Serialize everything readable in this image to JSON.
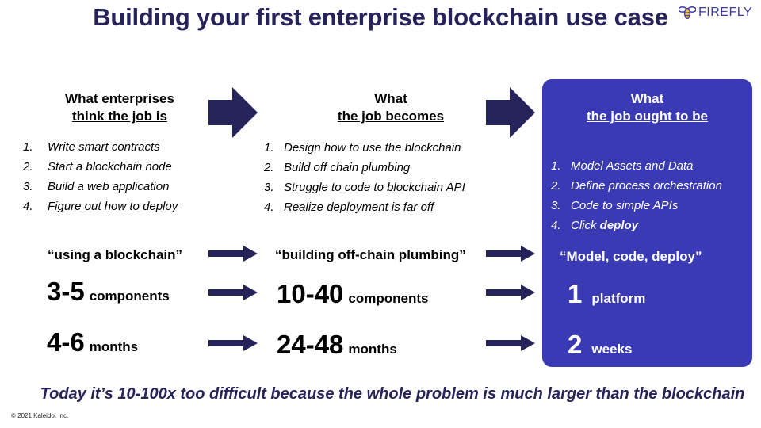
{
  "title": "Building your first enterprise blockchain use case",
  "logo": {
    "text": "FIREFLY",
    "icon": "firefly-icon",
    "color": "#3d3aa8"
  },
  "colors": {
    "title": "#25235a",
    "panel": "#3a3ab4",
    "arrow": "#25235a"
  },
  "columns": [
    {
      "head_line1": "What enterprises",
      "head_line2": "think the job is",
      "items": [
        {
          "num": "1.",
          "text": "Write smart contracts"
        },
        {
          "num": "2.",
          "text": "Start a blockchain node"
        },
        {
          "num": "3.",
          "text": "Build a web application"
        },
        {
          "num": "4.",
          "text": "Figure out how to deploy"
        }
      ],
      "quote": "“using a blockchain”",
      "stat1": {
        "num": "3-5",
        "unit": "components"
      },
      "stat2": {
        "num": "4-6",
        "unit": "months"
      }
    },
    {
      "head_line1": "What",
      "head_line2": "the job becomes",
      "items": [
        {
          "num": "1.",
          "text": "Design how to use the blockchain"
        },
        {
          "num": "2.",
          "text": "Build off chain plumbing"
        },
        {
          "num": "3.",
          "text": "Struggle to code to blockchain API"
        },
        {
          "num": "4.",
          "text": "Realize deployment is far off"
        }
      ],
      "quote": "“building off-chain plumbing”",
      "stat1": {
        "num": "10-40",
        "unit": "components"
      },
      "stat2": {
        "num": "24-48",
        "unit": "months"
      }
    },
    {
      "head_line1": "What",
      "head_line2": "the job ought to be",
      "items": [
        {
          "num": "1.",
          "text": "Model Assets and Data"
        },
        {
          "num": "2.",
          "text": "Define process orchestration"
        },
        {
          "num": "3.",
          "text": "Code to simple APIs"
        },
        {
          "num": "4.",
          "text": "Click ",
          "bold": "deploy"
        }
      ],
      "quote": "“Model, code, deploy”",
      "stat1": {
        "num": "1",
        "unit": "platform"
      },
      "stat2": {
        "num": "2",
        "unit": "weeks"
      }
    }
  ],
  "footer": "Today it’s 10-100x too difficult because the whole problem is much larger than the blockchain",
  "copyright": "© 2021 Kaleido, Inc."
}
